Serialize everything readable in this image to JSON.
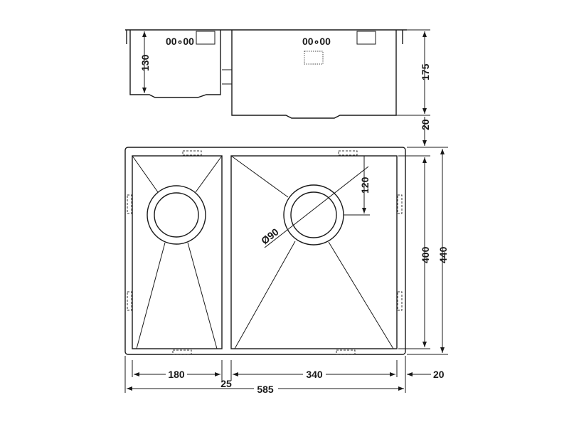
{
  "dimensions": {
    "small_bowl_depth": "130",
    "large_bowl_depth": "175",
    "gap_to_plan": "20",
    "bowl_length": "400",
    "overall_length": "440",
    "small_bowl_width": "180",
    "divider_width": "25",
    "large_bowl_width": "340",
    "side_margin": "20",
    "overall_width": "585",
    "drain_offset": "120",
    "drain_diameter": "Ø90"
  },
  "colors": {
    "line": "#1a1a1a",
    "background": "#ffffff"
  }
}
